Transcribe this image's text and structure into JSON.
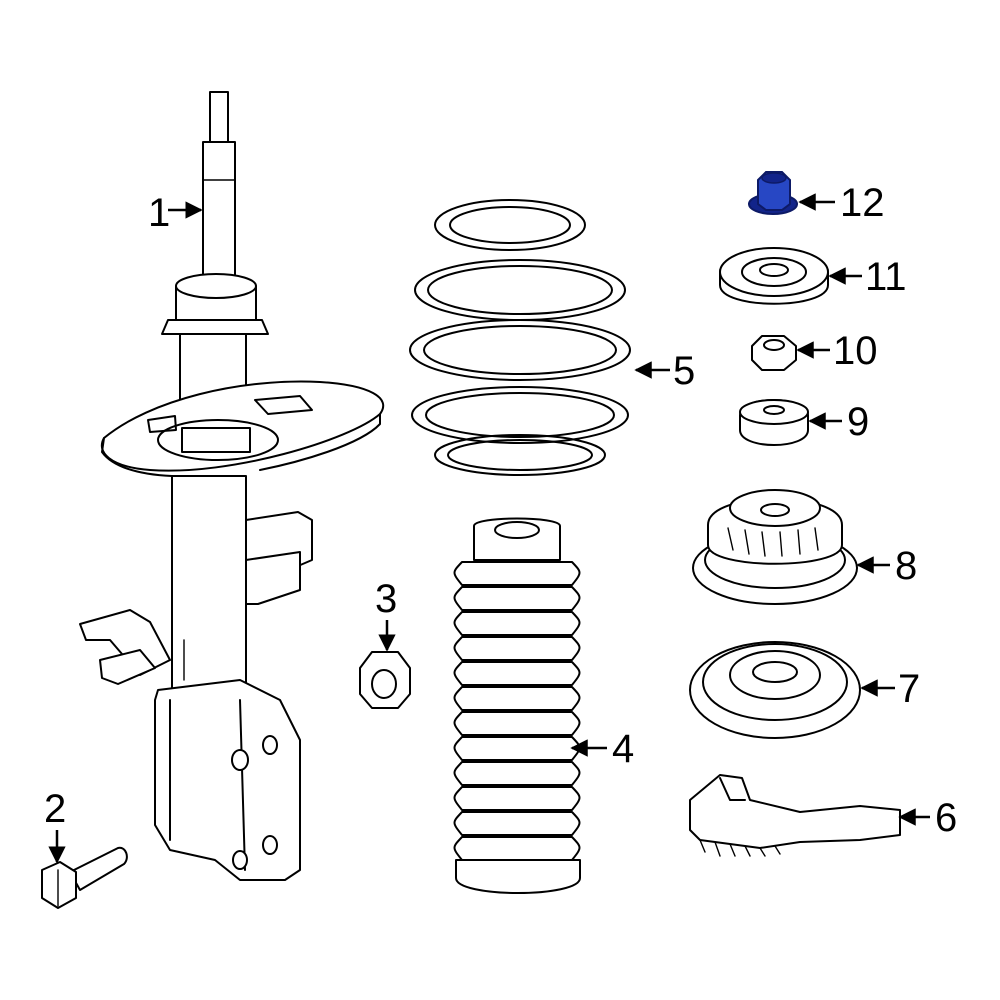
{
  "callouts": [
    {
      "id": "1",
      "label": "1"
    },
    {
      "id": "2",
      "label": "2"
    },
    {
      "id": "3",
      "label": "3"
    },
    {
      "id": "4",
      "label": "4"
    },
    {
      "id": "5",
      "label": "5"
    },
    {
      "id": "6",
      "label": "6"
    },
    {
      "id": "7",
      "label": "7"
    },
    {
      "id": "8",
      "label": "8"
    },
    {
      "id": "9",
      "label": "9"
    },
    {
      "id": "10",
      "label": "10"
    },
    {
      "id": "11",
      "label": "11"
    },
    {
      "id": "12",
      "label": "12"
    }
  ],
  "colors": {
    "line": "#000000",
    "background": "#ffffff",
    "highlight_fill": "#2747c4",
    "highlight_dark": "#12248a"
  },
  "highlighted_part": "12"
}
